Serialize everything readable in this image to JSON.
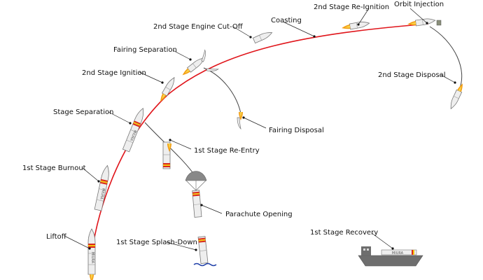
{
  "diagram": {
    "labels": {
      "liftoff": "Liftoff",
      "first_stage_burnout": "1st Stage Burnout",
      "stage_separation": "Stage Separation",
      "second_stage_ignition": "2nd Stage Ignition",
      "fairing_separation": "Fairing Separation",
      "second_stage_engine_cutoff": "2nd Stage Engine Cut-Off",
      "coasting": "Coasting",
      "second_stage_reignition": "2nd Stage Re-Ignition",
      "orbit_injection": "Orbit Injection",
      "second_stage_disposal": "2nd Stage Disposal",
      "fairing_disposal": "Fairing Disposal",
      "first_stage_reentry": "1st Stage Re-Entry",
      "parachute_opening": "Parachute Opening",
      "first_stage_splashdown": "1st Stage Splash-Down",
      "first_stage_recovery": "1st Stage Recovery"
    },
    "rocket_marking": "MIURA",
    "ship_marking": "MIURA"
  },
  "colors": {
    "trajectory": "#e0151b",
    "return_path": "#444444",
    "rocket_body": "#eeeeee",
    "rocket_outline": "#777777",
    "flame": "#f39c12",
    "band_red": "#d9291c",
    "band_yellow": "#f4c20d",
    "sea": "#1f3fa8",
    "ship_hull": "#6e6e6e",
    "parachute": "#888888"
  }
}
